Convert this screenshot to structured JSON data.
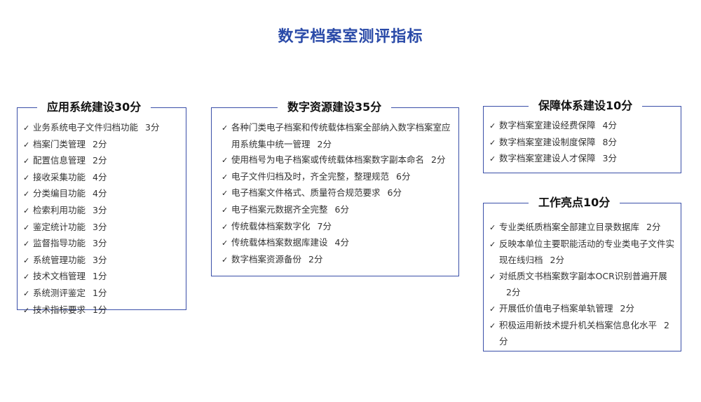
{
  "title": "数字档案室测评指标",
  "sections": [
    {
      "heading": "应用系统建设30分",
      "items": [
        {
          "text": "业务系统电子文件归档功能",
          "score": "3分"
        },
        {
          "text": "档案门类管理",
          "score": "2分"
        },
        {
          "text": "配置信息管理",
          "score": "2分"
        },
        {
          "text": "接收采集功能",
          "score": "4分"
        },
        {
          "text": "分类编目功能",
          "score": "4分"
        },
        {
          "text": "检索利用功能",
          "score": "3分"
        },
        {
          "text": "鉴定统计功能",
          "score": "3分"
        },
        {
          "text": "监督指导功能",
          "score": "3分"
        },
        {
          "text": "系统管理功能",
          "score": "3分"
        },
        {
          "text": "技术文档管理",
          "score": "1分"
        },
        {
          "text": "系统测评鉴定",
          "score": "1分"
        },
        {
          "text": "技术指标要求",
          "score": "1分"
        }
      ]
    },
    {
      "heading": "数字资源建设35分",
      "items": [
        {
          "text": "各种门类电子档案和传统载体档案全部纳入数字档案室应用系统集中统一管理",
          "score": "2分"
        },
        {
          "text": "使用档号为电子档案或传统载体档案数字副本命名",
          "score": "2分"
        },
        {
          "text": "电子文件归档及时，齐全完整，整理规范",
          "score": "6分"
        },
        {
          "text": "电子档案文件格式、质量符合规范要求",
          "score": "6分"
        },
        {
          "text": "电子档案元数据齐全完整",
          "score": "6分"
        },
        {
          "text": "传统载体档案数字化",
          "score": "7分"
        },
        {
          "text": "传统载体档案数据库建设",
          "score": "4分"
        },
        {
          "text": "数字档案资源备份",
          "score": "2分"
        }
      ]
    },
    {
      "heading": "保障体系建设10分",
      "items": [
        {
          "text": "数字档案室建设经费保障",
          "score": "4分"
        },
        {
          "text": "数字档案室建设制度保障",
          "score": "8分"
        },
        {
          "text": "数字档案室建设人才保障",
          "score": "3分"
        }
      ]
    },
    {
      "heading": "工作亮点10分",
      "items": [
        {
          "text": "专业类纸质档案全部建立目录数据库",
          "score": "2分"
        },
        {
          "text": "反映本单位主要职能活动的专业类电子文件实现在线归档",
          "score": "2分"
        },
        {
          "text": "对纸质文书档案数字副本OCR识别普遍开展",
          "score": "2分"
        },
        {
          "text": "开展低价值电子档案单轨管理",
          "score": "2分"
        },
        {
          "text": "积极运用新技术提升机关档案信息化水平",
          "score": "2分"
        }
      ]
    }
  ]
}
